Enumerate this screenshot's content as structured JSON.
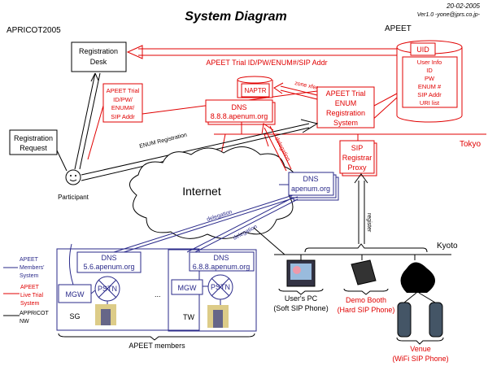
{
  "title": "System Diagram",
  "date": "20-02-2005",
  "version": "Ver1.0 -yone@jprs.co.jp-",
  "left_org": "APRICOT2005",
  "right_org": "APEET",
  "registration_desk": [
    "Registration",
    "Desk"
  ],
  "registration_request": [
    "Registration",
    "Request"
  ],
  "participant": "Participant",
  "trial_info_box": [
    "APEET Trial",
    "ID/PW/",
    "ENUM#/",
    "SIP Addr"
  ],
  "trial_info_arrow": "APEET Trial ID/PW/ENUM#/SIP Addr",
  "database": {
    "uid": "UID",
    "fields": [
      "User Info",
      "ID",
      "PW",
      "ENUM #",
      "SIP Addr",
      "URI list"
    ]
  },
  "naptr": "NAPTR",
  "dns_tokyo": [
    "DNS",
    "8.8.8.apenum.org"
  ],
  "zone_xfer": "zone xfer",
  "enum_system": [
    "APEET Trial",
    "ENUM",
    "Registration",
    "System"
  ],
  "tokyo": "Tokyo",
  "enum_registration": "ENUM Registration",
  "delegation": "delegation",
  "sip_proxy": [
    "SIP",
    "Registrar",
    "Proxy"
  ],
  "internet": "Internet",
  "dns_root": [
    "DNS",
    "apenum.org"
  ],
  "register": "register",
  "kyoto": "Kyoto",
  "sg": {
    "dns": [
      "DNS",
      "5.6.apenum.org"
    ],
    "mgw": "MGW",
    "pstn": "PSTN",
    "label": "SG"
  },
  "tw": {
    "dns": [
      "DNS",
      "6.8.8.apenum.org"
    ],
    "mgw": "MGW",
    "pstn": "PSTN",
    "label": "TW"
  },
  "ellipsis": "...",
  "members": "APEET members",
  "devices": {
    "pc": [
      "User's PC",
      "(Soft SIP Phone)"
    ],
    "booth": [
      "Demo Booth",
      "(Hard SIP Phone)"
    ],
    "venue": [
      "Venue",
      "(WiFi SIP Phone)"
    ]
  },
  "legend": [
    {
      "lines": [
        "APEET",
        "Members'",
        "System"
      ],
      "color": "#2a2a8a"
    },
    {
      "lines": [
        "APEET",
        "Live Trial",
        "System"
      ],
      "color": "#e00000"
    },
    {
      "lines": [
        "APPRICOT",
        "NW"
      ],
      "color": "#000000"
    }
  ]
}
